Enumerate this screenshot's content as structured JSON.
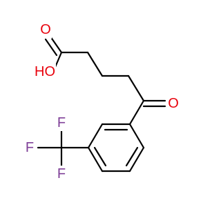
{
  "molecule": {
    "atoms": {
      "carbonyl_oxygen_acid": {
        "label": "O",
        "color": "#e8000b"
      },
      "hydroxyl": {
        "label": "HO",
        "color": "#e8000b"
      },
      "ketone_oxygen": {
        "label": "O",
        "color": "#e8000b"
      },
      "fluorine_top": {
        "label": "F",
        "color": "#7f3f98"
      },
      "fluorine_left": {
        "label": "F",
        "color": "#7f3f98"
      },
      "fluorine_bottom": {
        "label": "F",
        "color": "#7f3f98"
      }
    },
    "bond_color": "#000000"
  }
}
